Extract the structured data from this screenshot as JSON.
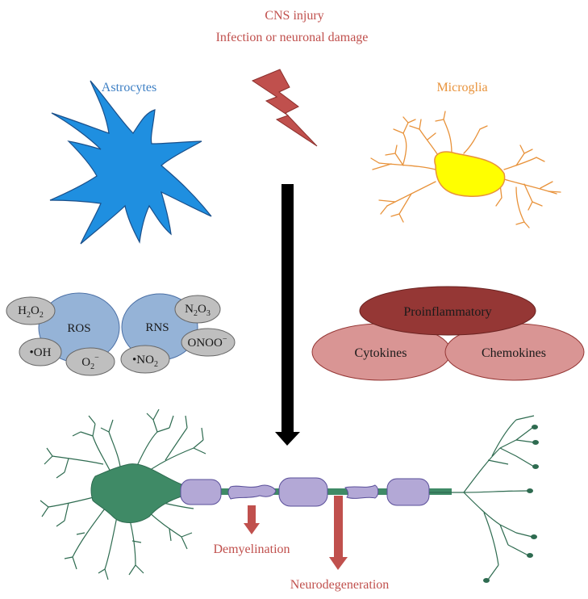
{
  "header": {
    "title": "CNS injury",
    "subtitle": "Infection or neuronal damage"
  },
  "cells": {
    "astrocytes": "Astrocytes",
    "microglia": "Microglia"
  },
  "ros_group": {
    "center": "ROS",
    "h2o2": {
      "main": "H",
      "s1": "2",
      "mid": "O",
      "s2": "2"
    },
    "oh": "•OH",
    "o2": {
      "main": "O",
      "sub": "2",
      "sup": "−"
    }
  },
  "rns_group": {
    "center": "RNS",
    "n2o3": {
      "a": "N",
      "s1": "2",
      "b": "O",
      "s2": "3"
    },
    "onoo": {
      "main": "ONOO",
      "sup": "−"
    },
    "no2": {
      "main": "•NO",
      "sub": "2"
    }
  },
  "mediators": {
    "top": "Proinflammatory",
    "left": "Cytokines",
    "right": "Chemokines"
  },
  "outcomes": {
    "demyelination": "Demyelination",
    "neurodegeneration": "Neurodegeneration"
  },
  "colors": {
    "red_text": "#c0504d",
    "astrocyte_fill": "#1f8fe0",
    "microglia_body": "#ffff00",
    "microglia_branch": "#e8923a",
    "ros_fill": "#95b3d7",
    "small_fill": "#bfbfbf",
    "proinflammatory": "#953735",
    "cytokine_fill": "#d99594",
    "neuron": "#3f8a66",
    "myelin": "#b3a8d6"
  }
}
